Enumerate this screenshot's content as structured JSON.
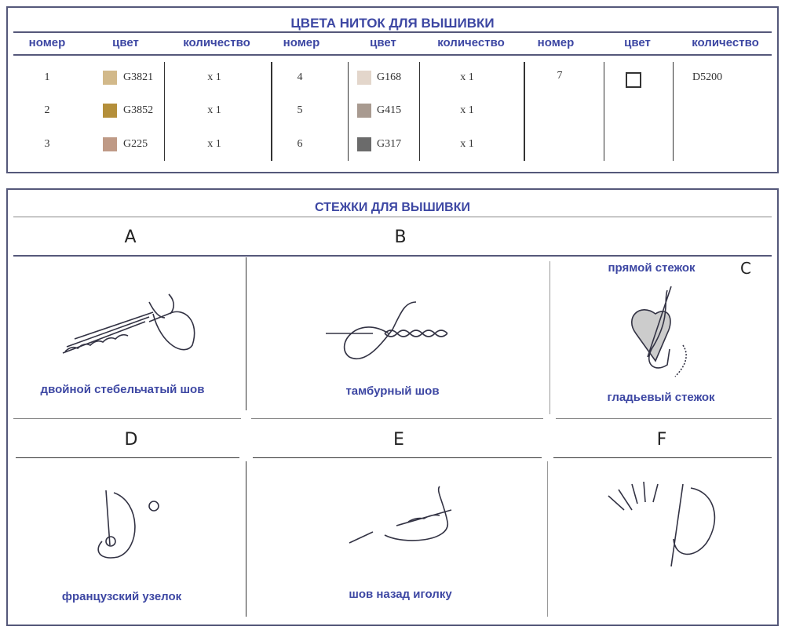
{
  "colors_section": {
    "title": "ЦВЕТА НИТОК ДЛЯ ВЫШИВКИ",
    "headers": [
      "номер",
      "цвет",
      "количество",
      "номер",
      "цвет",
      "количество",
      "номер",
      "цвет",
      "количество"
    ],
    "threads": [
      {
        "number": "1",
        "code": "G3821",
        "swatch": "#d2b98a",
        "qty": "x 1"
      },
      {
        "number": "2",
        "code": "G3852",
        "swatch": "#b48f3a",
        "qty": "x 1"
      },
      {
        "number": "3",
        "code": "G225",
        "swatch": "#bf9a86",
        "qty": "x 1"
      },
      {
        "number": "4",
        "code": "G168",
        "swatch": "#e3d6cb",
        "qty": "x 1"
      },
      {
        "number": "5",
        "code": "G415",
        "swatch": "#a89a90",
        "qty": "x 1"
      },
      {
        "number": "6",
        "code": "G317",
        "swatch": "#6b6b6b",
        "qty": "x 1"
      },
      {
        "number": "7",
        "code": "D5200",
        "swatch": "#ffffff"
      }
    ]
  },
  "stitches_section": {
    "title": "СТЕЖКИ ДЛЯ ВЫШИВКИ",
    "letters": [
      "A",
      "B",
      "C",
      "D",
      "E",
      "F"
    ],
    "labels": [
      "двойной стебельчатый шов",
      "тамбурный шов",
      "прямой стежок",
      "гладьевый стежок",
      "французский узелок",
      "шов назад иголку"
    ]
  }
}
